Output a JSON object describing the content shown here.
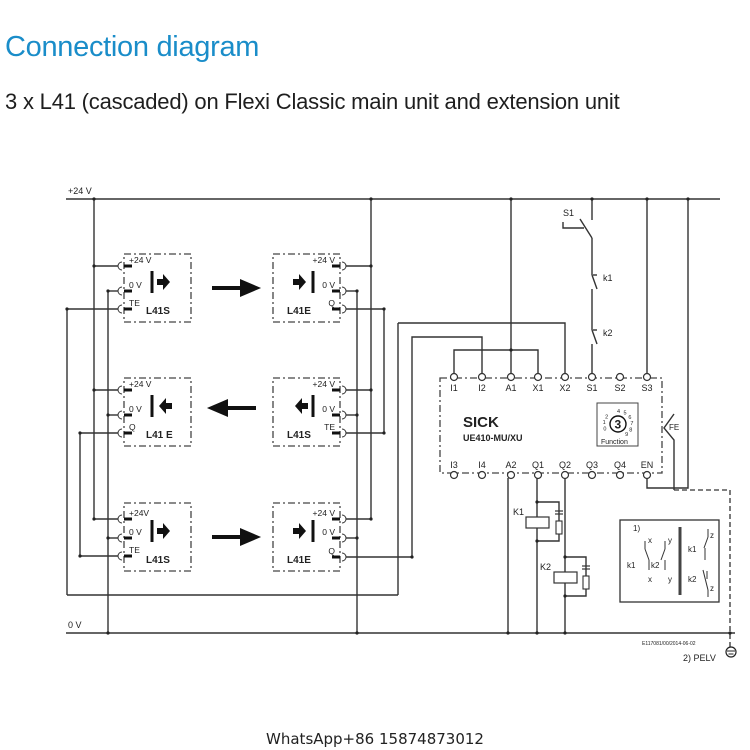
{
  "header": {
    "title": "Connection diagram",
    "subtitle": "3 x L41 (cascaded) on Flexi Classic main unit and extension unit"
  },
  "colors": {
    "title": "#1a8dc9",
    "text": "#1e1e1e",
    "wire": "#333333"
  },
  "diagram": {
    "rails": {
      "top": "+24 V",
      "bottom": "0 V"
    },
    "sensors": [
      {
        "id": "s1",
        "name": "L41S",
        "pins": [
          "+24 V",
          "0 V",
          "TE"
        ],
        "side": "left",
        "beam": "right"
      },
      {
        "id": "e1",
        "name": "L41E",
        "pins": [
          "+24 V",
          "0 V",
          "Q"
        ],
        "side": "right",
        "beam": "right"
      },
      {
        "id": "e2",
        "name": "L41 E",
        "pins": [
          "+24 V",
          "0 V",
          "Q"
        ],
        "side": "left",
        "beam": "left"
      },
      {
        "id": "s2",
        "name": "L41S",
        "pins": [
          "+24 V",
          "0 V",
          "TE"
        ],
        "side": "right",
        "beam": "left"
      },
      {
        "id": "s3",
        "name": "L41S",
        "pins": [
          "+24V",
          "0 V",
          "TE"
        ],
        "side": "left",
        "beam": "right"
      },
      {
        "id": "e3",
        "name": "L41E",
        "pins": [
          "+24 V",
          "0 V",
          "Q"
        ],
        "side": "right",
        "beam": "right"
      }
    ],
    "controller": {
      "brand": "SICK",
      "model": "UE410-MU/XU",
      "top_terminals": [
        "I1",
        "I2",
        "A1",
        "X1",
        "X2",
        "S1",
        "S2",
        "S3"
      ],
      "bottom_terminals": [
        "I3",
        "I4",
        "A2",
        "Q1",
        "Q2",
        "Q3",
        "Q4",
        "EN"
      ],
      "function_switch": {
        "value": "3",
        "label": "Function",
        "dial": [
          "0",
          "1",
          "2",
          "3",
          "4",
          "5",
          "6",
          "7",
          "8",
          "9"
        ]
      },
      "fe_label": "FE"
    },
    "switches": {
      "reset": "S1",
      "contacts": [
        "k1",
        "k2"
      ]
    },
    "relays": [
      "K1",
      "K2"
    ],
    "legend_box": {
      "note": "1)",
      "labels": {
        "k1": "k1",
        "k2": "k2",
        "x": "x",
        "y": "y",
        "z": "z"
      }
    },
    "ground": {
      "label": "2) PELV"
    },
    "document_code": "E117081/00/2014-06-02"
  },
  "footer": {
    "contact": "WhatsApp+86 15874873012"
  }
}
